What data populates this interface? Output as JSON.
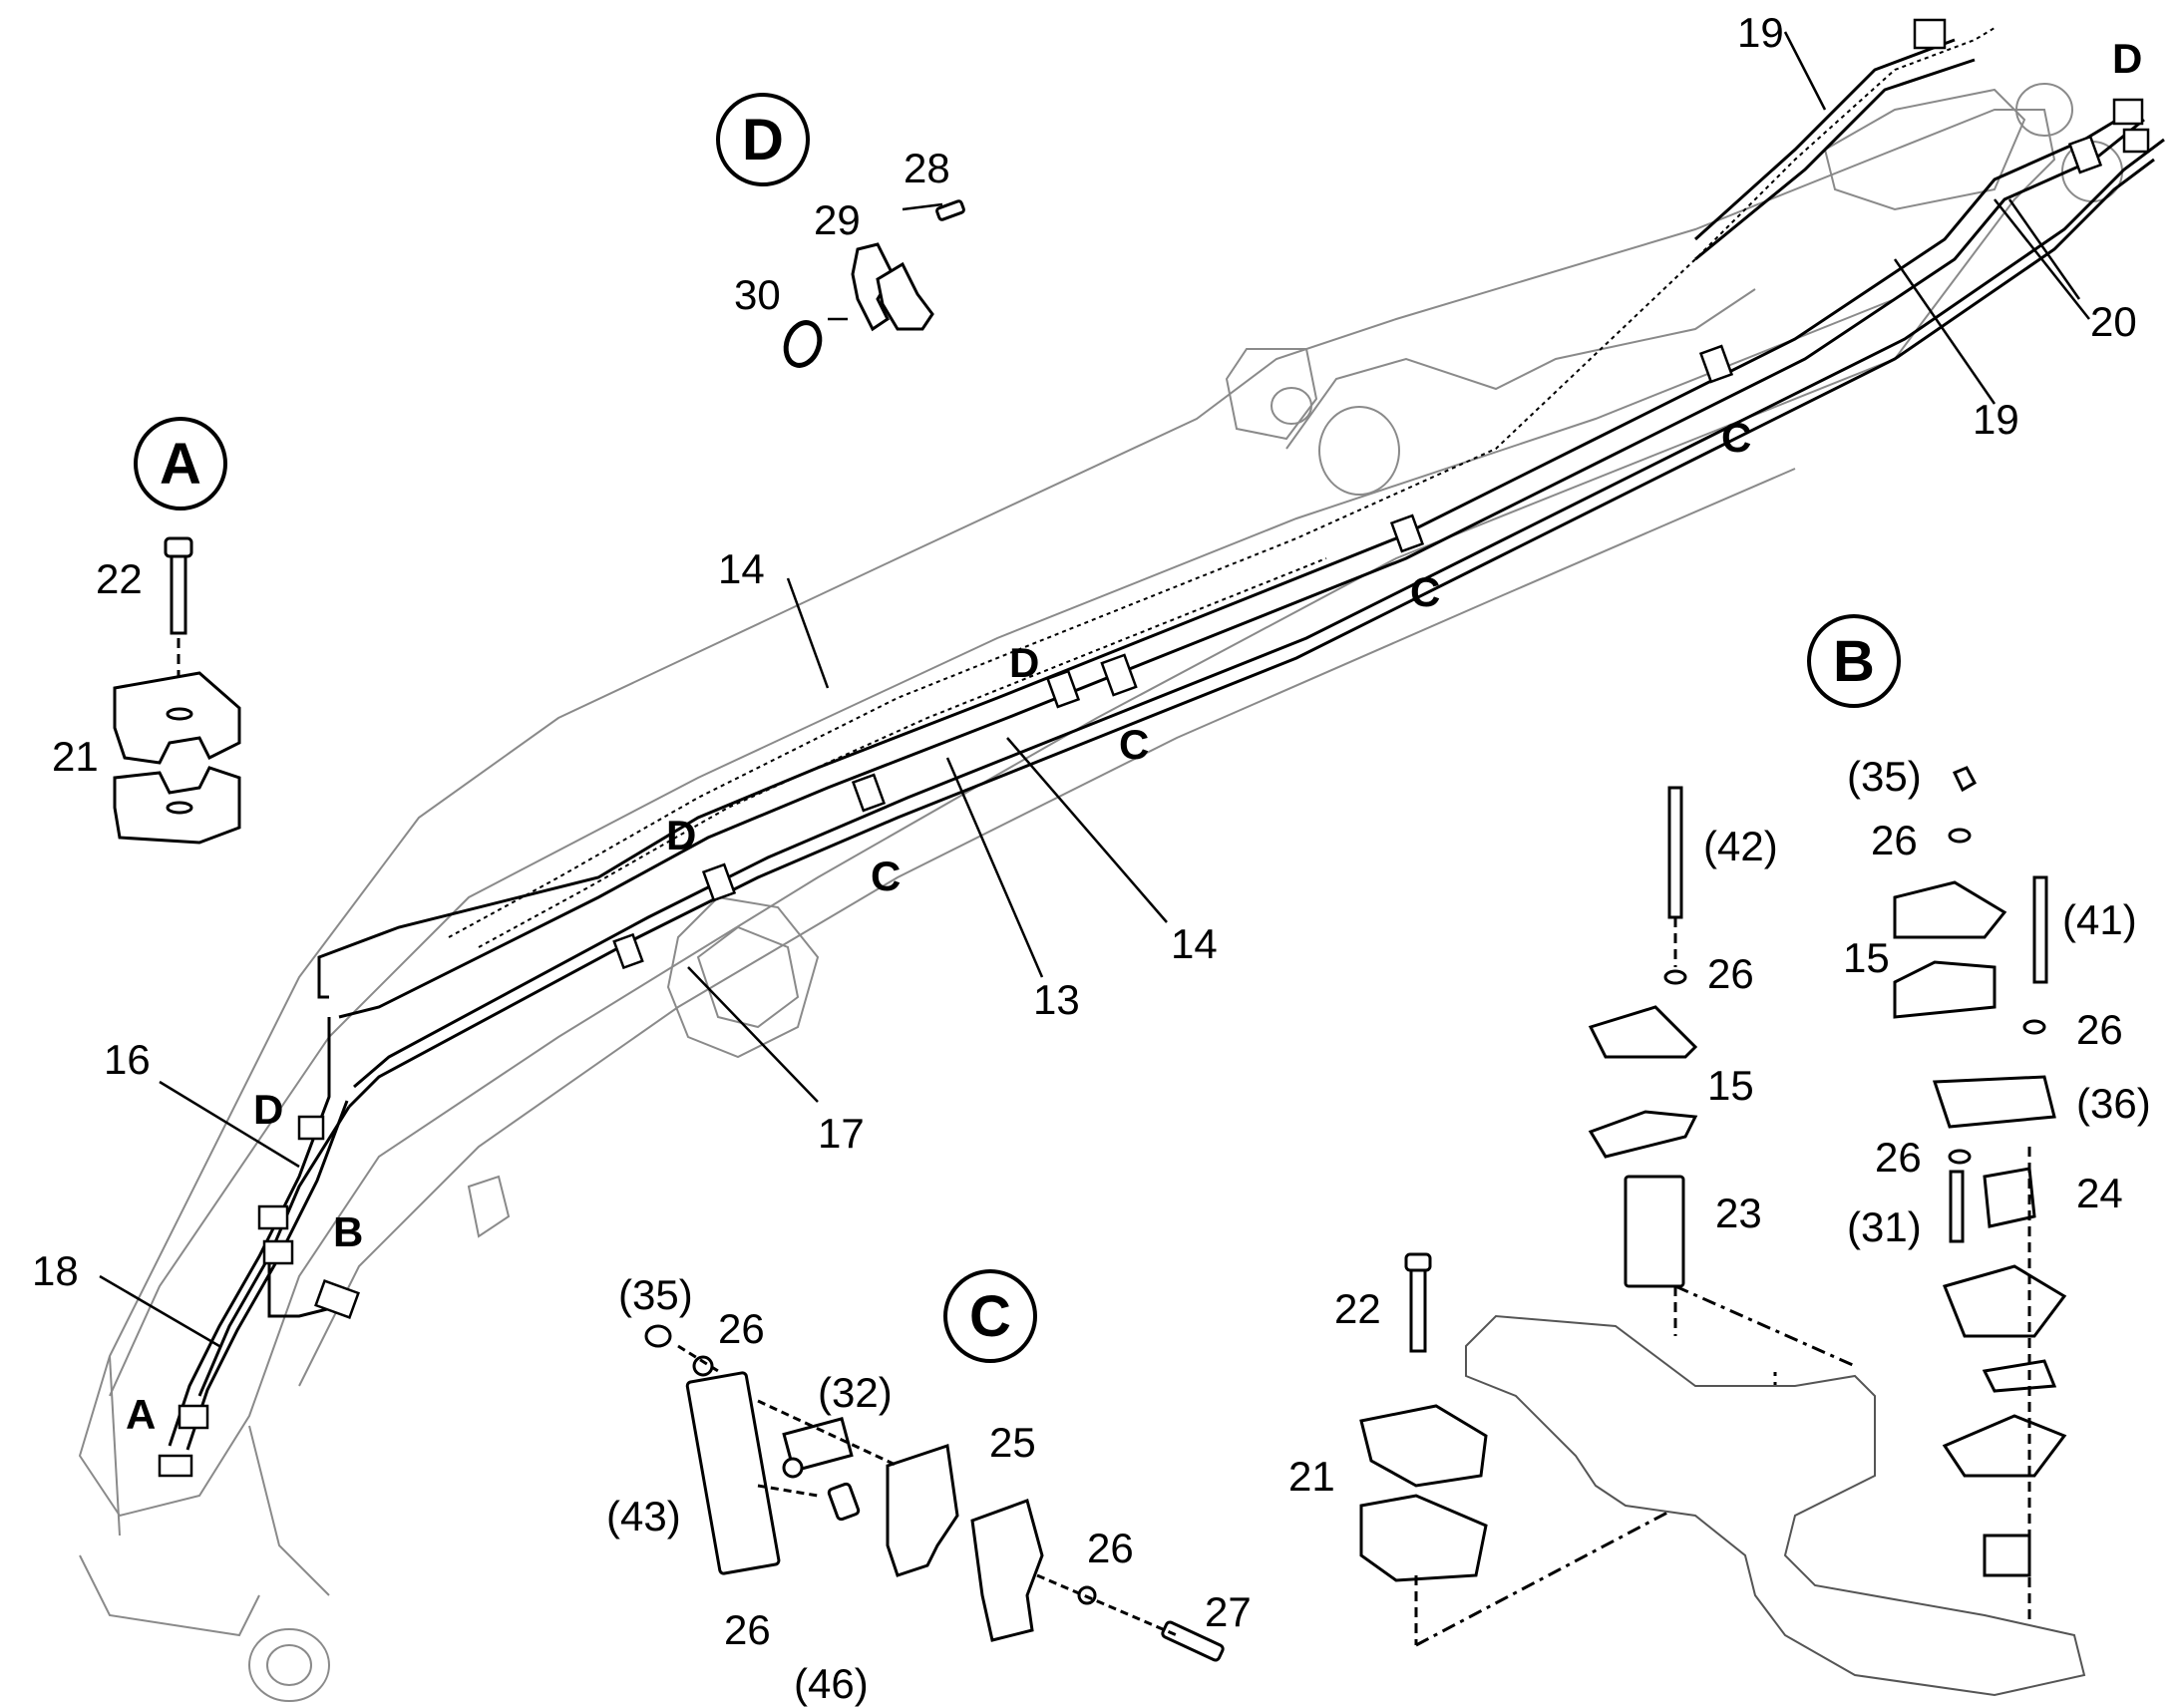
{
  "detail_views": {
    "A": "A",
    "B": "B",
    "C": "C",
    "D": "D"
  },
  "callouts": {
    "p13": "13",
    "p14_upper": "14",
    "p14_lower": "14",
    "p16": "16",
    "p17": "17",
    "p18": "18",
    "p19_top": "19",
    "p19_right": "19",
    "p20": "20",
    "d_detail_28": "28",
    "d_detail_29": "29",
    "d_detail_30": "30",
    "a_detail_22": "22",
    "a_detail_21": "21",
    "b_left_42": "(42)",
    "b_left_26": "26",
    "b_left_15": "15",
    "b_left_23": "23",
    "b_right_35": "(35)",
    "b_right_26a": "26",
    "b_right_15": "15",
    "b_right_41": "(41)",
    "b_right_26b": "26",
    "b_right_36": "(36)",
    "b_right_26c": "26",
    "b_right_24": "24",
    "b_right_31": "(31)",
    "b_bottom_22": "22",
    "b_bottom_21": "21",
    "c_35": "(35)",
    "c_26a": "26",
    "c_32": "(32)",
    "c_25": "25",
    "c_43": "(43)",
    "c_26b": "26",
    "c_26c": "26",
    "c_46": "(46)",
    "c_27": "27"
  },
  "boom_markers": {
    "d_top_right": "D",
    "d_mid": "D",
    "d_left": "D",
    "d_lower": "D",
    "b_marker": "B",
    "a_marker": "A",
    "c1": "C",
    "c2": "C",
    "c3": "C",
    "c4": "C"
  },
  "colors": {
    "line": "#000000",
    "outline_faint": "#8a8a8a",
    "background": "#ffffff"
  }
}
